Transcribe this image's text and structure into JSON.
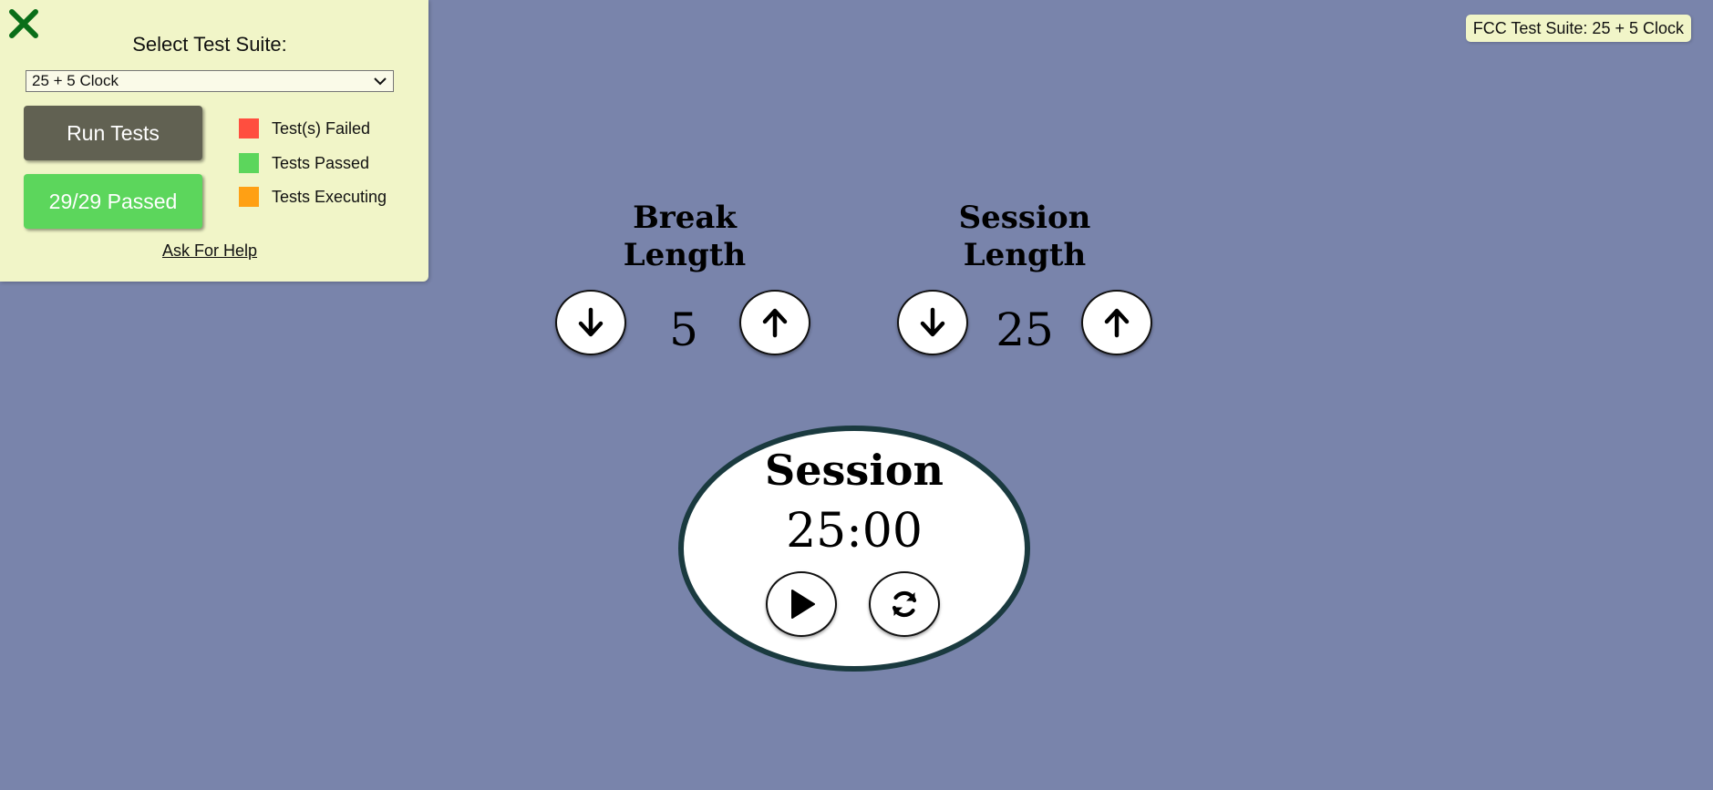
{
  "fcc_panel": {
    "select_label": "Select Test Suite:",
    "selected_suite": "25 + 5 Clock",
    "run_tests_label": "Run Tests",
    "passed_label": "29/29 Passed",
    "legend": [
      {
        "label": "Test(s) Failed",
        "color": "#ff4e3f"
      },
      {
        "label": "Tests Passed",
        "color": "#5cd65c"
      },
      {
        "label": "Tests Executing",
        "color": "#ffa014"
      }
    ],
    "help_link": "Ask For Help",
    "badge": "FCC Test Suite: 25 + 5 Clock"
  },
  "clock": {
    "break_title": "Break Length",
    "break_value": "5",
    "session_title": "Session Length",
    "session_value": "25",
    "timer_label": "Session",
    "time_left": "25:00"
  },
  "icons": {
    "close": "close-icon",
    "decrement": "arrow-down-icon",
    "increment": "arrow-up-icon",
    "start_stop": "play-icon",
    "reset": "sync-icon"
  },
  "colors": {
    "background": "#7984ab",
    "panel": "#f1f5c8",
    "run_button": "#616152",
    "passed_button": "#5cd65c",
    "timer_border": "#1a3a3f"
  }
}
